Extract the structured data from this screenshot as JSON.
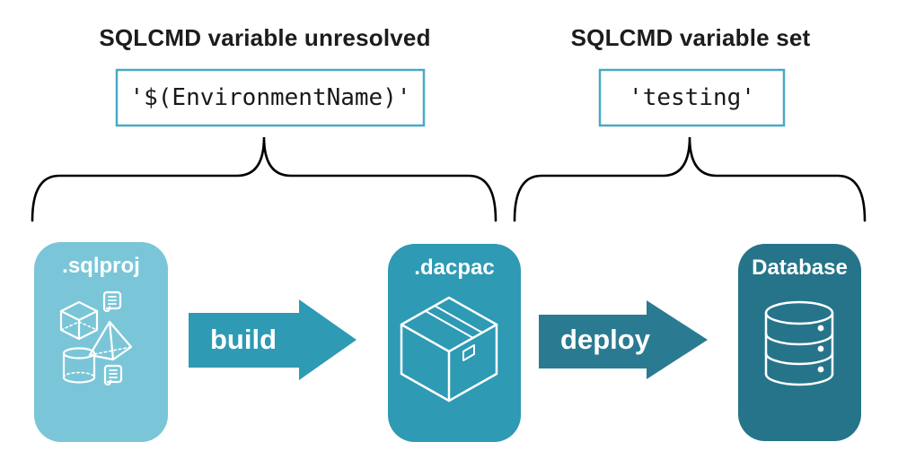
{
  "headings": {
    "left": "SQLCMD variable unresolved",
    "right": "SQLCMD variable set"
  },
  "code_boxes": {
    "left_value": "'$(EnvironmentName)'",
    "right_value": "'testing'"
  },
  "pipeline": {
    "stages": [
      {
        "label": ".sqlproj",
        "icon": "sql-project-objects-icon"
      },
      {
        "label": ".dacpac",
        "icon": "package-box-icon"
      },
      {
        "label": "Database",
        "icon": "database-cylinder-icon"
      }
    ],
    "arrows": [
      {
        "label": "build"
      },
      {
        "label": "deploy"
      }
    ]
  },
  "colors": {
    "sqlproj_box": "#7ac6d8",
    "dacpac_box": "#2e9ab4",
    "database_box": "#26748a",
    "build_arrow": "#2e9ab4",
    "deploy_arrow": "#2a7b91",
    "code_border": "#4aa9c5",
    "brace": "#000000",
    "icon_stroke": "#ffffff"
  }
}
